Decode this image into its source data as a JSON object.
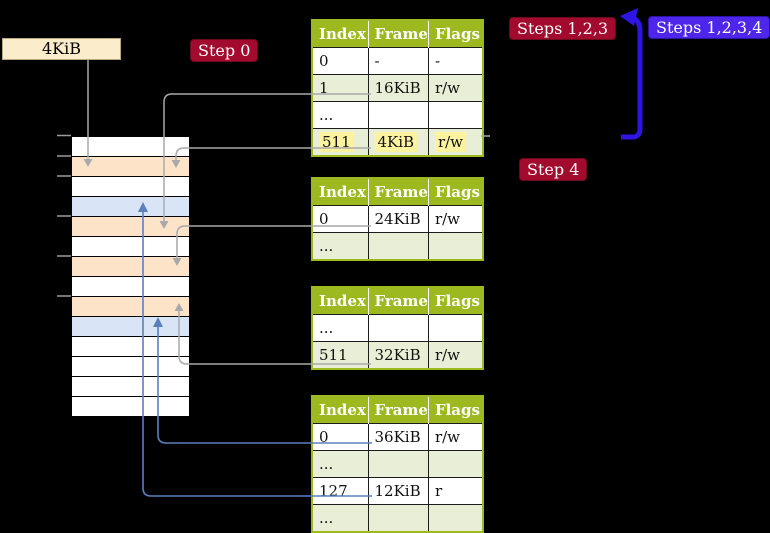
{
  "figure": {
    "callout_4kib": "4KiB",
    "labels": {
      "step0": "Step 0",
      "steps123": "Steps 1,2,3",
      "steps1234": "Steps 1,2,3,4",
      "step4": "Step 4"
    },
    "colors": {
      "background": "#000000",
      "table_header": "#9cba20",
      "table_row_shaded": "#e9efd6",
      "highlight_yellow": "#fcf39f",
      "callout_bg": "#fbeccb",
      "badge_red": "#a30b2e",
      "badge_blue": "#4d26ea",
      "strip_peach": "#fde3c8",
      "strip_blue": "#d9e4f6",
      "arrow_gray": "#a9a9a9",
      "arrow_steelblue": "#5a80bd",
      "arrow_bigblue": "#2e15e4"
    },
    "memory_strip": {
      "row_colors": [
        "white",
        "peach",
        "white",
        "blue",
        "peach",
        "white",
        "peach",
        "white",
        "peach",
        "blue",
        "white",
        "white",
        "white",
        "white"
      ]
    },
    "page_tables": [
      {
        "name": "page-table-1",
        "headers": [
          "Index",
          "Frame",
          "Flags"
        ],
        "rows": [
          {
            "cells": [
              "0",
              "-",
              "-"
            ],
            "shaded": false,
            "highlight": false
          },
          {
            "cells": [
              "1",
              "16KiB",
              "r/w"
            ],
            "shaded": true,
            "highlight": false
          },
          {
            "cells": [
              "...",
              "",
              ""
            ],
            "shaded": false,
            "highlight": false
          },
          {
            "cells": [
              "511",
              "4KiB",
              "r/w"
            ],
            "shaded": true,
            "highlight": true
          }
        ]
      },
      {
        "name": "page-table-2",
        "headers": [
          "Index",
          "Frame",
          "Flags"
        ],
        "rows": [
          {
            "cells": [
              "0",
              "24KiB",
              "r/w"
            ],
            "shaded": false,
            "highlight": false
          },
          {
            "cells": [
              "...",
              "",
              ""
            ],
            "shaded": true,
            "highlight": false
          }
        ]
      },
      {
        "name": "page-table-3",
        "headers": [
          "Index",
          "Frame",
          "Flags"
        ],
        "rows": [
          {
            "cells": [
              "...",
              "",
              ""
            ],
            "shaded": false,
            "highlight": false
          },
          {
            "cells": [
              "511",
              "32KiB",
              "r/w"
            ],
            "shaded": true,
            "highlight": false
          }
        ]
      },
      {
        "name": "page-table-4",
        "headers": [
          "Index",
          "Frame",
          "Flags"
        ],
        "rows": [
          {
            "cells": [
              "0",
              "36KiB",
              "r/w"
            ],
            "shaded": false,
            "highlight": false
          },
          {
            "cells": [
              "...",
              "",
              ""
            ],
            "shaded": true,
            "highlight": false
          },
          {
            "cells": [
              "127",
              "12KiB",
              "r"
            ],
            "shaded": false,
            "highlight": false
          },
          {
            "cells": [
              "...",
              "",
              ""
            ],
            "shaded": true,
            "highlight": false
          }
        ]
      }
    ]
  }
}
